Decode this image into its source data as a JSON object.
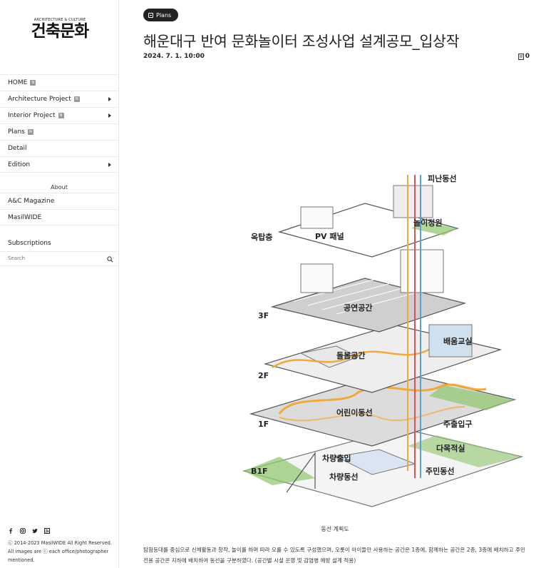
{
  "logo": {
    "small": "ARCHITECTURE & CULTURE",
    "big": "건축문화"
  },
  "nav": {
    "items": [
      {
        "label": "HOME",
        "badge": "N",
        "arrow": false
      },
      {
        "label": "Architecture Project",
        "badge": "N",
        "arrow": true
      },
      {
        "label": "Interior Project",
        "badge": "N",
        "arrow": true
      },
      {
        "label": "Plans",
        "badge": "N",
        "arrow": false
      },
      {
        "label": "Detail",
        "badge": "",
        "arrow": false
      },
      {
        "label": "Edition",
        "badge": "",
        "arrow": true
      }
    ],
    "about_heading": "About",
    "about_items": [
      {
        "label": "A&C Magazine"
      },
      {
        "label": "MasilWIDE"
      }
    ],
    "subscriptions": "Subscriptions",
    "search_placeholder": "Search"
  },
  "footer": {
    "copyright": "ⓒ 2014-2023 MasilWIDE All Right Reserved.",
    "images": "All images are ⓒ each office/photographer mentioned."
  },
  "post": {
    "category": "Plans",
    "title": "해운대구 반여 문화놀이터 조성사업 설계공모_입상작",
    "date": "2024. 7. 1. 10:00",
    "comment_count": "0"
  },
  "figure": {
    "labels": {
      "evac": "피난동선",
      "rooftop": "옥탑층",
      "pv": "PV 패널",
      "garden": "놀이정원",
      "f3": "3F",
      "stage": "공연공간",
      "class": "배움교실",
      "f2": "2F",
      "care": "돌봄공간",
      "f1": "1F",
      "kids": "어린이동선",
      "entrance": "주출입구",
      "b1": "B1F",
      "multi": "다목적실",
      "car_in": "차량출입",
      "resident": "주민동선",
      "car": "차량동선"
    },
    "caption": "동선 계획도"
  },
  "body_text": "탐험등대를 중심으로 신체활동과 창작, 놀이를 하며 따라 오를 수 있도록 구성했으며, 오롯이 아이들만 사용하는 공간은 1층에, 함께하는 공간은 2층, 3층에 배치하고 주민 전용 공간은 지하에 배치하여 동선을 구분하였다. (공간별 시설 운영 및 감염병 예방 설계 적용)",
  "colors": {
    "pill": "#222222",
    "accent_orange": "#f2a93b",
    "accent_red": "#e05050",
    "accent_blue": "#5aa0d8",
    "accent_green": "#6fbf4a"
  }
}
